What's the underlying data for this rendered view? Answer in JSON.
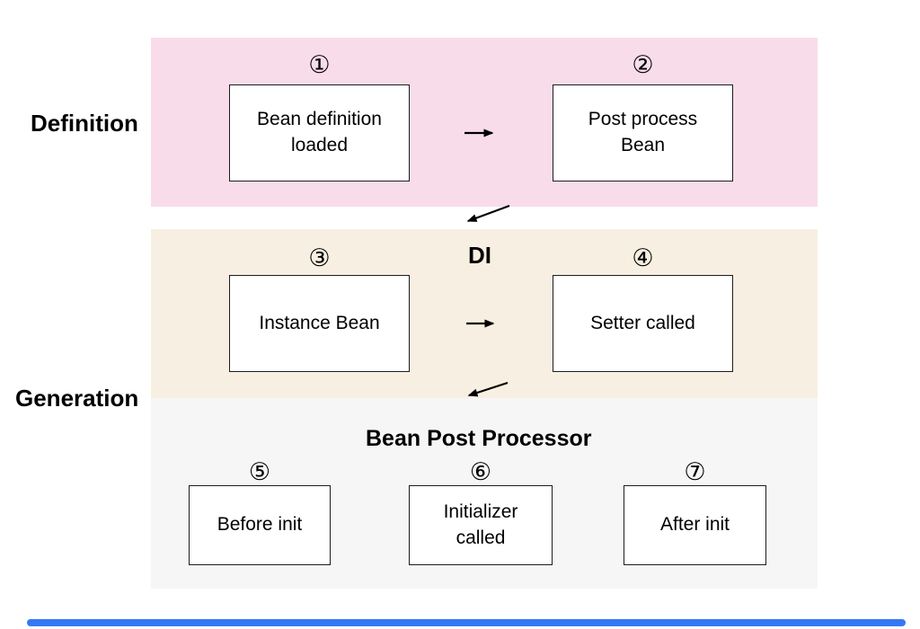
{
  "slide": {
    "left_labels": [
      {
        "text": "Definition"
      },
      {
        "text": "Generation"
      }
    ],
    "bands": [
      {
        "name": "definition-phase",
        "label": "",
        "color": "#f9dcea"
      },
      {
        "name": "di-phase",
        "label": "DI",
        "color": "#f7efe1"
      },
      {
        "name": "bean-post-processor-phase",
        "label": "Bean Post Processor",
        "color": "#f6f6f6"
      }
    ],
    "nodes": [
      {
        "step": "①",
        "label": "Bean definition loaded"
      },
      {
        "step": "②",
        "label": "Post process Bean"
      },
      {
        "step": "③",
        "label": "Instance Bean"
      },
      {
        "step": "④",
        "label": "Setter called"
      },
      {
        "step": "⑤",
        "label": "Before init"
      },
      {
        "step": "⑥",
        "label": "Initializer called"
      },
      {
        "step": "⑦",
        "label": "After init"
      }
    ],
    "arrows": [
      {
        "from": "①",
        "to": "②",
        "type": "horizontal"
      },
      {
        "from": "②",
        "to": "③",
        "type": "band-transition-diagonal"
      },
      {
        "from": "③",
        "to": "④",
        "type": "horizontal"
      },
      {
        "from": "④",
        "to": "⑤",
        "type": "band-transition-diagonal"
      }
    ],
    "bottom_bar_color": "#3478f6"
  }
}
